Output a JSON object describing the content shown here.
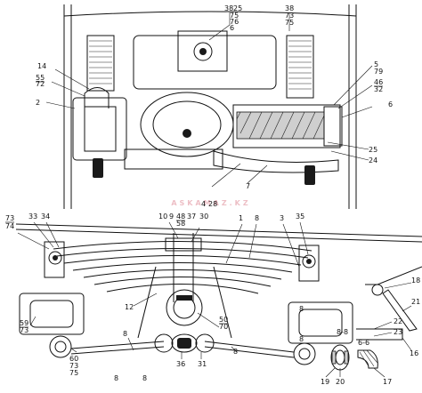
{
  "watermark": "ASKAMAZ.KZ",
  "top_view": {
    "callouts": [
      "38",
      "25",
      "75",
      "76",
      "6",
      "38",
      "73",
      "75",
      "14",
      "55",
      "72",
      "2",
      "5",
      "79",
      "46",
      "32",
      "6",
      "25",
      "24",
      "4",
      "28",
      "7"
    ]
  },
  "side_view": {
    "callouts": [
      "73",
      "74",
      "33",
      "34",
      "10",
      "9",
      "48",
      "58",
      "37",
      "30",
      "1",
      "8",
      "3",
      "35",
      "18",
      "21",
      "12",
      "50",
      "70",
      "22",
      "23",
      "16",
      "59",
      "73",
      "8",
      "36",
      "31",
      "8",
      "60",
      "73",
      "75",
      "8",
      "8"
    ]
  },
  "detail": {
    "section_label_1": "8-8",
    "section_label_2": "6-6",
    "callouts": [
      "19",
      "20",
      "17"
    ]
  }
}
